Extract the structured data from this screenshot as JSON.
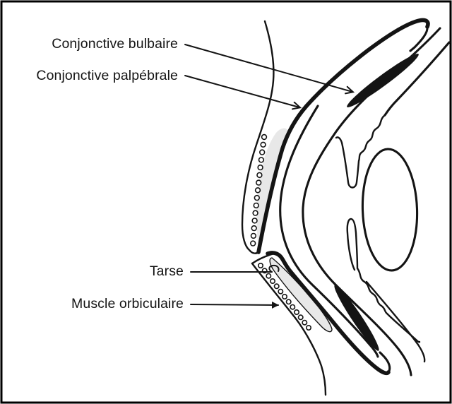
{
  "figure": {
    "kind": "eye-eyelid-cross-section-diagram",
    "colors": {
      "background": "#ffffff",
      "ink": "#141414",
      "tarsus_fill": "#e8e8e8",
      "border": "#000000"
    },
    "labels": {
      "conjonctive_bulbaire": "Conjonctive bulbaire",
      "conjonctive_palpebrale": "Conjonctive palpébrale",
      "tarse": "Tarse",
      "muscle_orbiculaire": "Muscle orbiculaire"
    }
  }
}
